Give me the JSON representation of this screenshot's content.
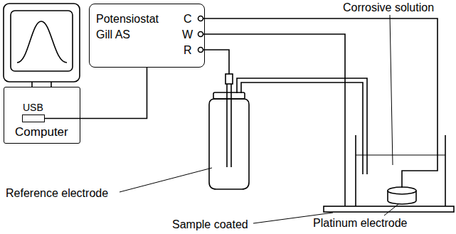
{
  "diagram": {
    "nodes": [
      {
        "text": [
          "Computer"
        ]
      },
      {
        "text": [
          "USB"
        ],
        "in": 0
      },
      {
        "text": [
          "Potensiostat Gill AS",
          "C",
          "W",
          "R"
        ]
      }
    ],
    "edges": [
      {
        "from": 1,
        "to": 2,
        "arrow": "none"
      }
    ],
    "labels": [
      "Corrosive solution",
      "Reference electrode",
      "Platinum electrode",
      "Sample coated"
    ]
  }
}
